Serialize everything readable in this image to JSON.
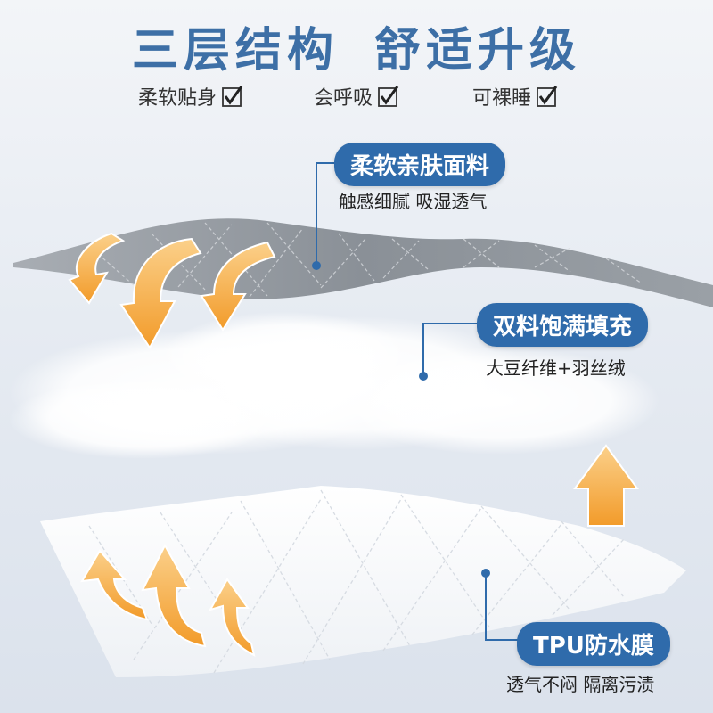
{
  "title": {
    "part1": "三层结构",
    "part2": "舒适升级"
  },
  "features": [
    {
      "label": "柔软贴身"
    },
    {
      "label": "会呼吸"
    },
    {
      "label": "可裸睡"
    }
  ],
  "layers": {
    "top": {
      "title": "柔软亲肤面料",
      "desc": "触感细腻 吸湿透气"
    },
    "middle": {
      "title": "双料饱满填充",
      "desc": "大豆纤维+羽丝绒"
    },
    "bottom": {
      "title": "TPU防水膜",
      "desc": "透气不闷 隔离污渍"
    }
  },
  "colors": {
    "accent": "#2f6bab",
    "title": "#3d6fa6",
    "arrow": "#f5a93a",
    "fabric_gray": "#8d9298"
  }
}
